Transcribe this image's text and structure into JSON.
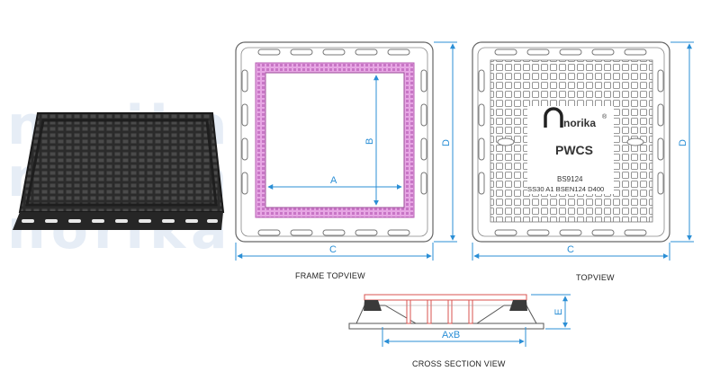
{
  "watermark": {
    "text": "norika"
  },
  "captions": {
    "frame_top_view": "FRAME TOPVIEW",
    "top_view": "TOPVIEW",
    "cross_section_view": "CROSS SECTION VIEW"
  },
  "dimensions": {
    "a": "A",
    "b": "B",
    "c": "C",
    "d": "D",
    "e": "E",
    "axb": "AxB"
  },
  "lid_markings": {
    "brand": "norika",
    "registered": "®",
    "model": "PWCS",
    "standard": "BS9124",
    "spec": "SS30  A1  BSEN124  D400"
  },
  "colors": {
    "dimension_line": "#2b8fd6",
    "frame_highlight": "#d98ad8",
    "outline": "#6b6b6b",
    "section_red": "#d9534f",
    "product_dark": "#2c2c2c"
  }
}
